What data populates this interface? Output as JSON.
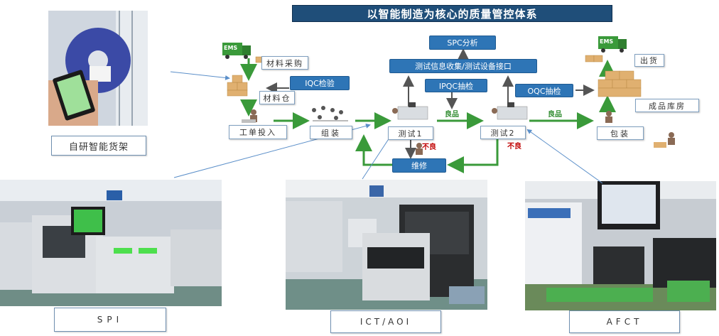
{
  "title": "以智能制造为核心的质量管控体系",
  "boxes": {
    "spc": "SPC分析",
    "info_collect": "测试信息收集/测试设备接口",
    "material_purchase": "材料采购",
    "iqc": "IQC检验",
    "material_warehouse": "材料仓",
    "work_order": "工单投入",
    "assembly": "组装",
    "test1": "测试1",
    "ipqc": "IPQC抽检",
    "test2": "测试2",
    "oqc": "OQC抽检",
    "ship": "出货",
    "finished_warehouse": "成品库房",
    "packing": "包装",
    "repair": "维修"
  },
  "flow_labels": {
    "good1": "良品",
    "good2": "良品",
    "bad1": "不良",
    "bad2": "不良"
  },
  "truck_label": "EMS",
  "captions": {
    "shelf": "自研智能货架",
    "spi": "SPI",
    "ict": "ICT/AOI",
    "afct": "AFCT"
  },
  "colors": {
    "title_bg": "#1f4e79",
    "blue_box": "#2e75b6",
    "flow_green": "#3a9a3a",
    "pointer_blue": "#5b8fc9",
    "bad_red": "#c00000"
  }
}
